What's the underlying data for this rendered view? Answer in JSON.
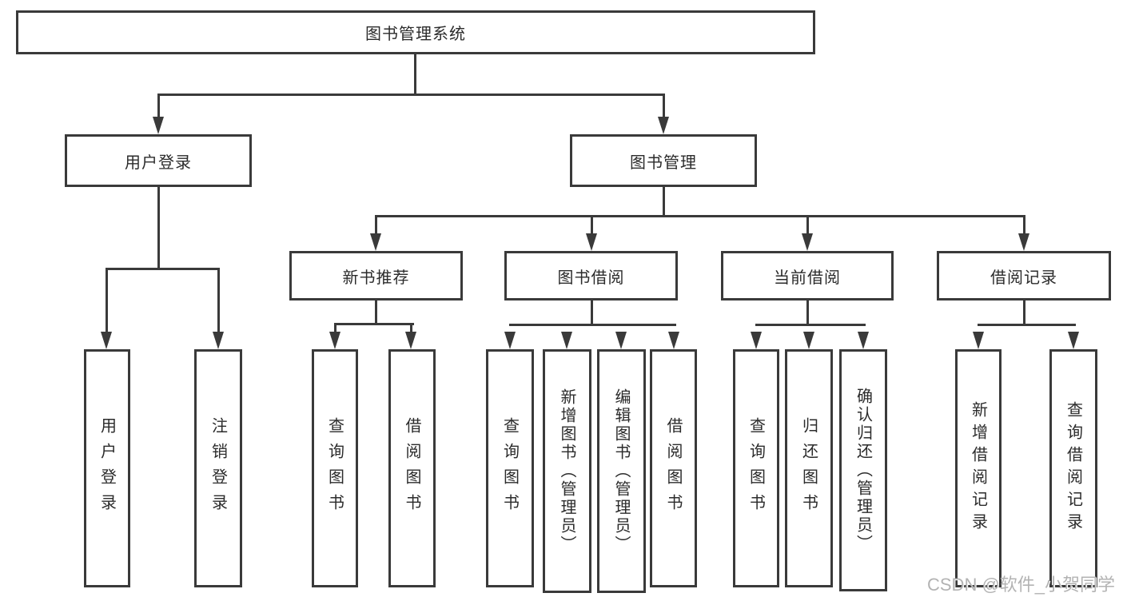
{
  "tree": {
    "label": "图书管理系统",
    "children": [
      {
        "label": "用户登录",
        "children": [
          {
            "label": "用户登录"
          },
          {
            "label": "注销登录"
          }
        ]
      },
      {
        "label": "图书管理",
        "children": [
          {
            "label": "新书推荐",
            "children": [
              {
                "label": "查询图书"
              },
              {
                "label": "借阅图书"
              }
            ]
          },
          {
            "label": "图书借阅",
            "children": [
              {
                "label": "查询图书"
              },
              {
                "label": "新增图书（管理员）"
              },
              {
                "label": "编辑图书（管理员）"
              },
              {
                "label": "借阅图书"
              }
            ]
          },
          {
            "label": "当前借阅",
            "children": [
              {
                "label": "查询图书"
              },
              {
                "label": "归还图书"
              },
              {
                "label": "确认归还（管理员）"
              }
            ]
          },
          {
            "label": "借阅记录",
            "children": [
              {
                "label": "新增借阅记录"
              },
              {
                "label": "查询借阅记录"
              }
            ]
          }
        ]
      }
    ]
  },
  "watermark": {
    "text": "CSDN @软件_小贺同学"
  },
  "colors": {
    "line": "#3a3a3a",
    "box_bg": "#ffffff",
    "text": "#2b2b2b",
    "watermark": "#b3b3b3"
  }
}
